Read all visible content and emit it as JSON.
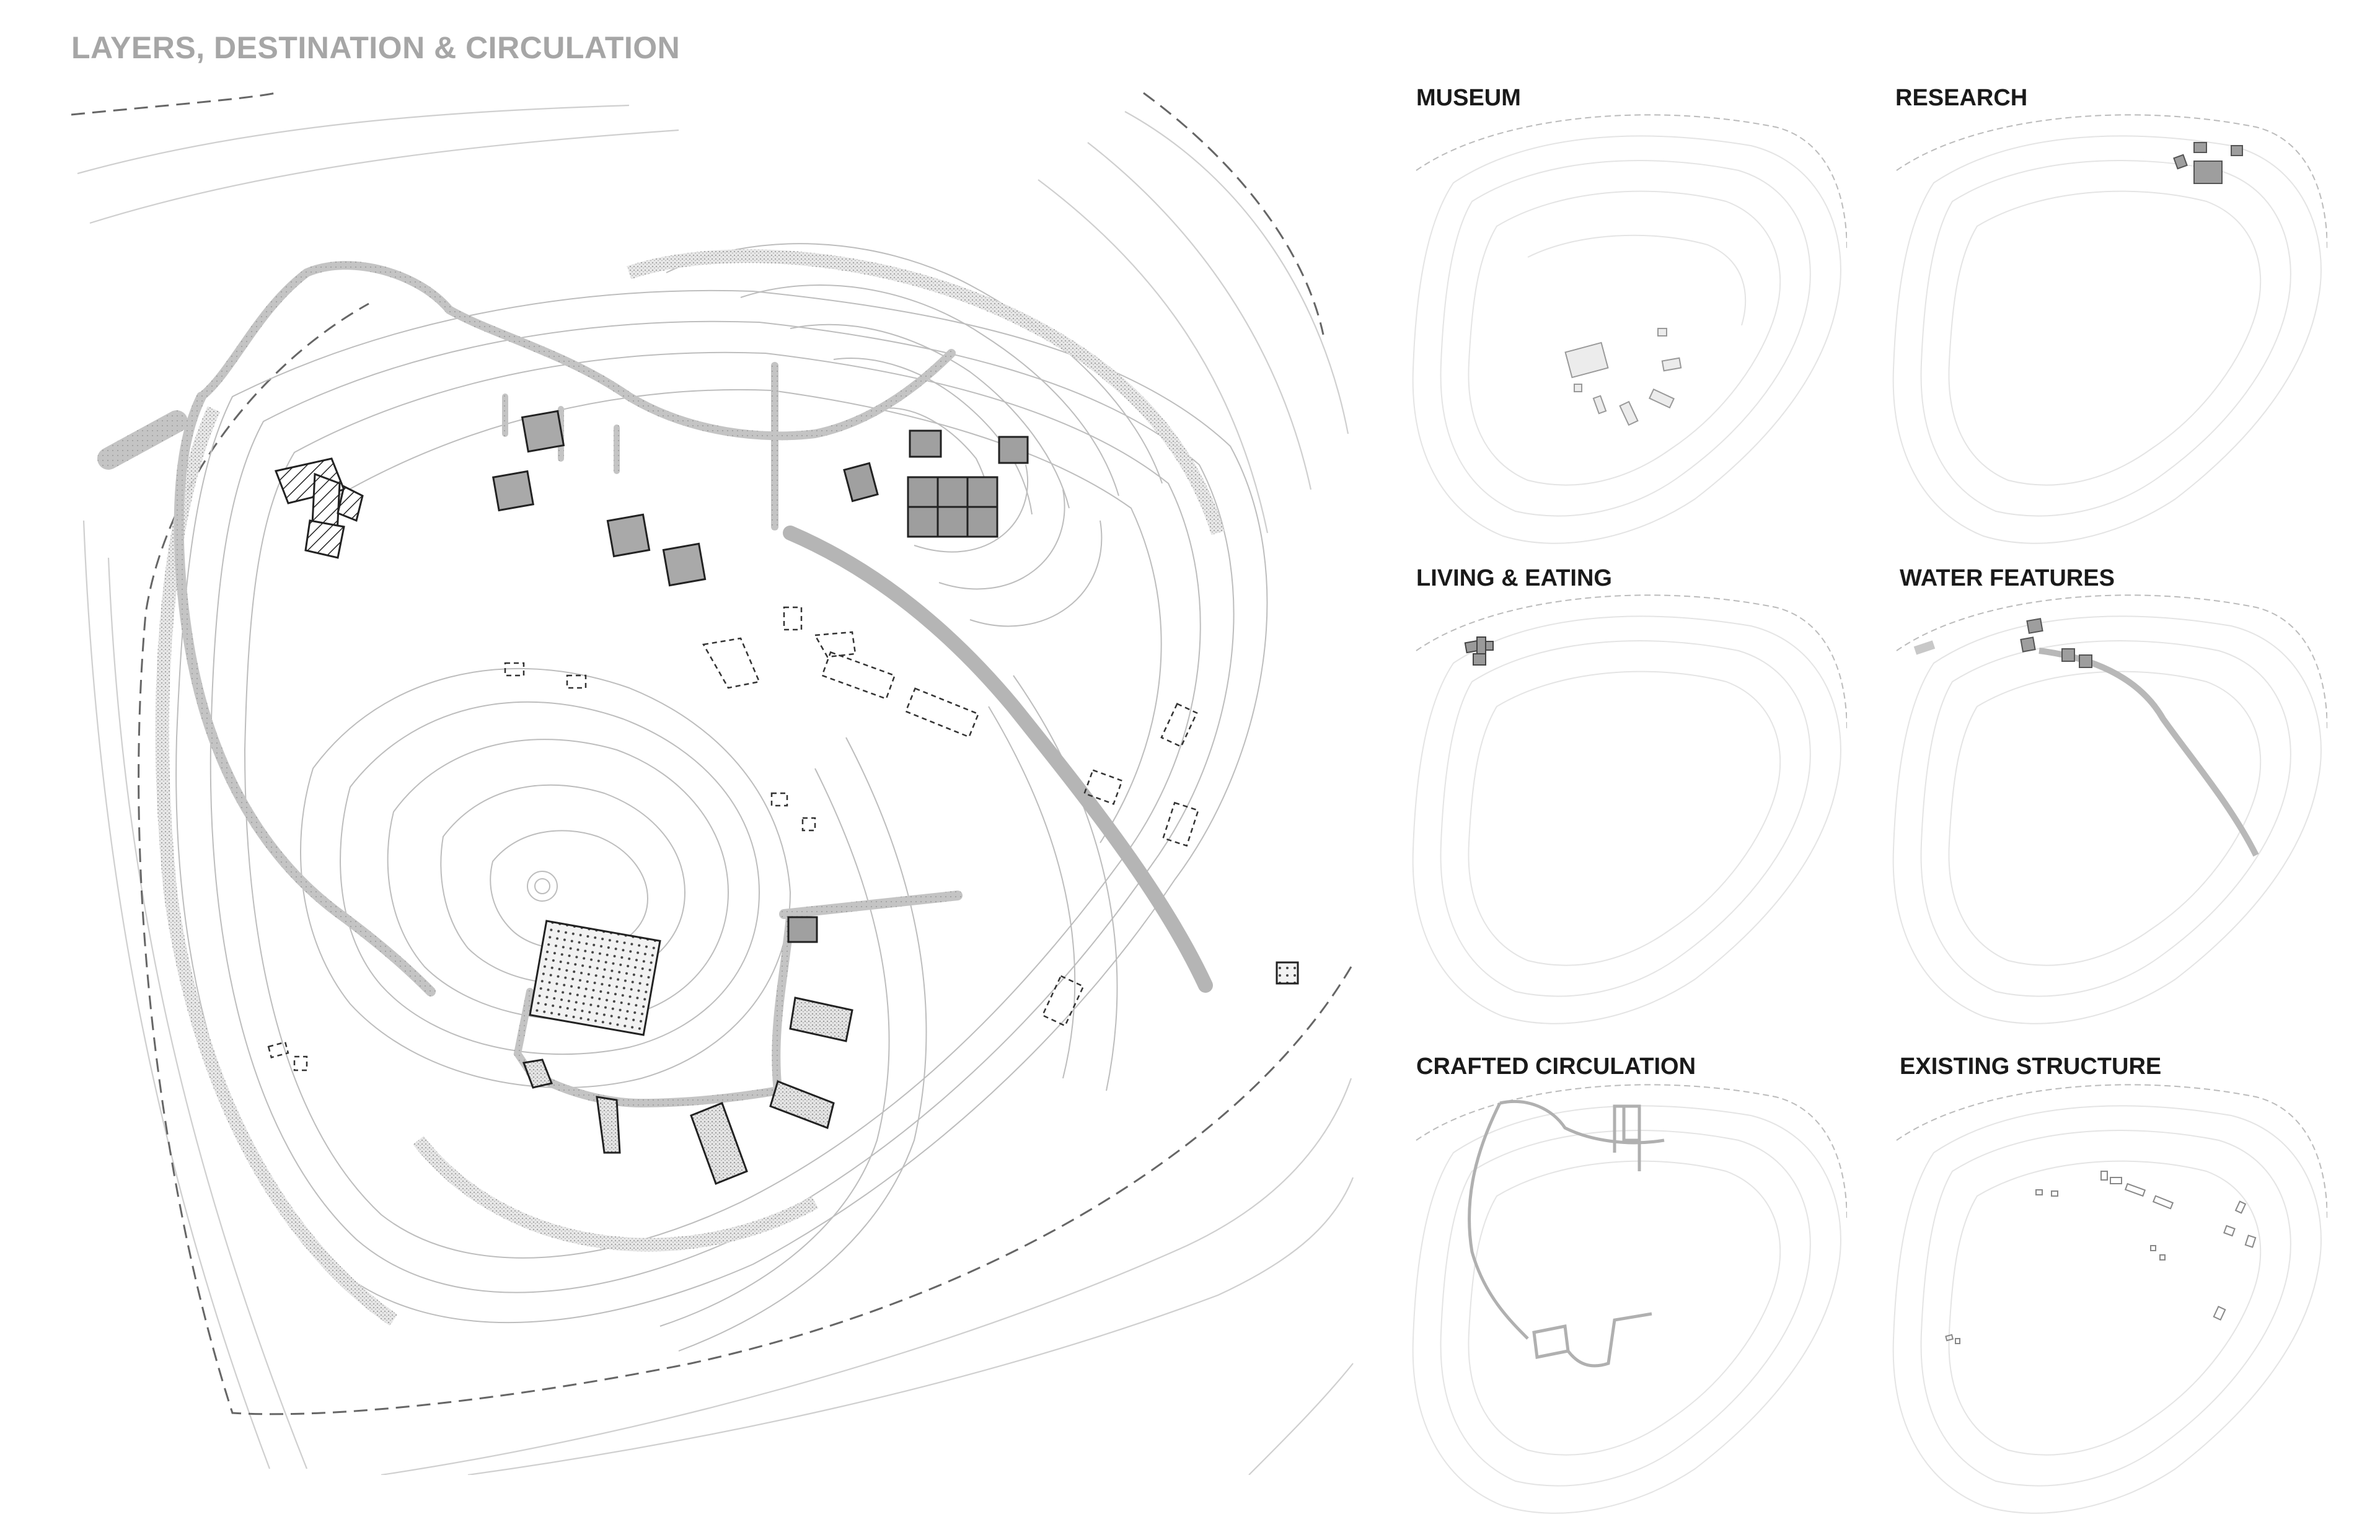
{
  "title": "LAYERS, DESTINATION & CIRCULATION",
  "panels": [
    {
      "label": "MUSEUM",
      "layer": "museum"
    },
    {
      "label": "RESEARCH",
      "layer": "research"
    },
    {
      "label": "LIVING & EATING",
      "layer": "living"
    },
    {
      "label": "WATER FEATURES",
      "layer": "water"
    },
    {
      "label": "CRAFTED CIRCULATION",
      "layer": "circulation"
    },
    {
      "label": "EXISTING STRUCTURE",
      "layer": "existing"
    }
  ],
  "colors": {
    "contour": "#c9c9c9",
    "contour_faint": "#e2e2e2",
    "path": "#bdbdbd",
    "building_fill": "#9e9e9e",
    "outline": "#222222",
    "title": "#a6a6a6"
  }
}
